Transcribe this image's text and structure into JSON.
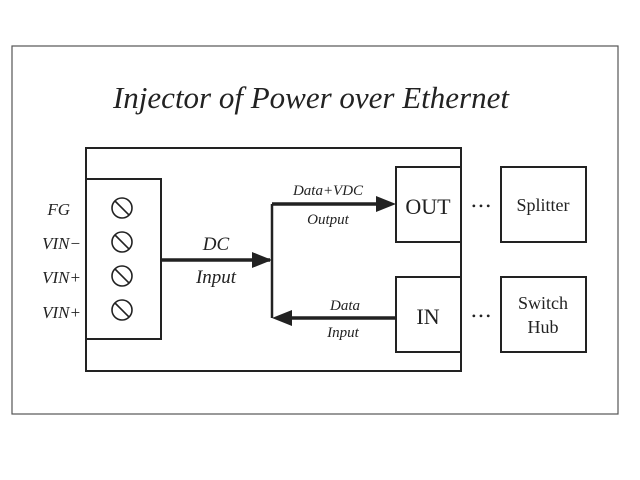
{
  "diagram": {
    "title": "Injector of Power over Ethernet",
    "terminals": [
      {
        "label": "FG"
      },
      {
        "label": "VIN−"
      },
      {
        "label": "VIN+"
      },
      {
        "label": "VIN+"
      }
    ],
    "dc_input": {
      "line1": "DC",
      "line2": "Input"
    },
    "data_vdc_output": {
      "line1": "Data+VDC",
      "line2": "Output"
    },
    "data_input": {
      "line1": "Data",
      "line2": "Input"
    },
    "ports": {
      "out": "OUT",
      "in": "IN"
    },
    "connector_dots": "• • •",
    "devices": {
      "splitter": "Splitter",
      "switch_hub": {
        "line1": "Switch",
        "line2": "Hub"
      }
    },
    "colors": {
      "line": "#2a2a2a",
      "frame": "#555555"
    }
  }
}
